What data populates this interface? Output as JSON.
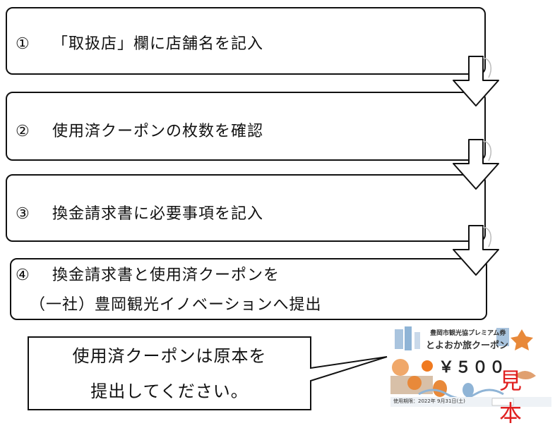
{
  "steps": [
    {
      "num": "①",
      "text": "「取扱店」欄に店舗名を記入"
    },
    {
      "num": "②",
      "text": "使用済クーポンの枚数を確認"
    },
    {
      "num": "③",
      "text": "換金請求書に必要事項を記入"
    },
    {
      "num": "④",
      "line1": "換金請求書と使用済クーポンを",
      "line2": "（一社）豊岡観光イノベーションへ提出"
    }
  ],
  "note": {
    "line1": "使用済クーポンは原本を",
    "line2": "提出してください。"
  },
  "coupon": {
    "header": "豊岡市観光協プレミアム券",
    "title": "とよおか旅クーポン",
    "amount": "￥５００",
    "validity": "使用期限：2022年 9月31日(土)",
    "sample_mark": "見本"
  },
  "colors": {
    "line": "#111111",
    "sample_mark": "#e02020",
    "coupon_accent": "#e8893a",
    "coupon_blue": "#8fb4d6"
  }
}
